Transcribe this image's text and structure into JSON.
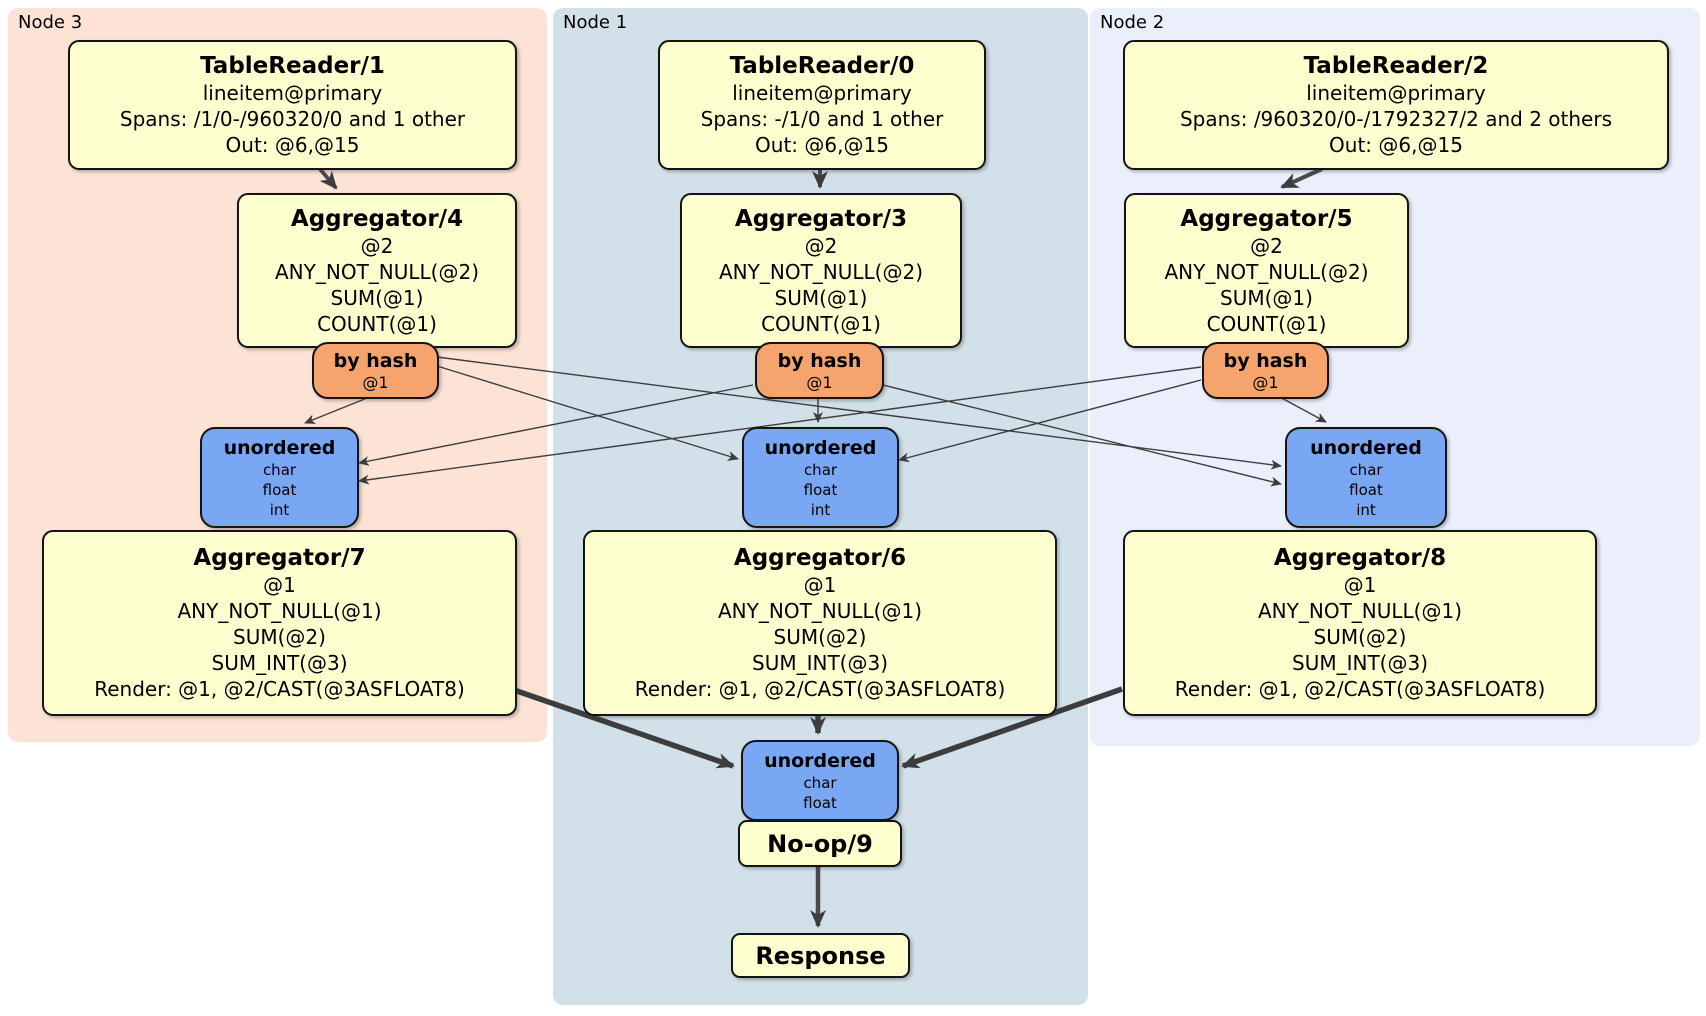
{
  "palette": {
    "node3_region_fill": "#fce3d5",
    "node1_region_fill": "#d2e0e9",
    "node2_region_fill": "#eaeffb",
    "processor_fill": "#feffce",
    "router_fill": "#f5a46d",
    "sync_fill": "#79a7f3",
    "edge_color": "#3d3d3d",
    "border_color": "#141414"
  },
  "regions": [
    {
      "label": "Node 3"
    },
    {
      "label": "Node 1"
    },
    {
      "label": "Node 2"
    }
  ],
  "nodes": {
    "tr1": {
      "title": "TableReader/1",
      "lines": [
        "lineitem@primary",
        "Spans: /1/0-/960320/0 and 1 other",
        "Out: @6,@15"
      ]
    },
    "tr0": {
      "title": "TableReader/0",
      "lines": [
        "lineitem@primary",
        "Spans: -/1/0 and 1 other",
        "Out: @6,@15"
      ]
    },
    "tr2": {
      "title": "TableReader/2",
      "lines": [
        "lineitem@primary",
        "Spans: /960320/0-/1792327/2 and 2 others",
        "Out: @6,@15"
      ]
    },
    "agg4": {
      "title": "Aggregator/4",
      "lines": [
        "@2",
        "ANY_NOT_NULL(@2)",
        "SUM(@1)",
        "COUNT(@1)"
      ]
    },
    "agg3": {
      "title": "Aggregator/3",
      "lines": [
        "@2",
        "ANY_NOT_NULL(@2)",
        "SUM(@1)",
        "COUNT(@1)"
      ]
    },
    "agg5": {
      "title": "Aggregator/5",
      "lines": [
        "@2",
        "ANY_NOT_NULL(@2)",
        "SUM(@1)",
        "COUNT(@1)"
      ]
    },
    "byhash3": {
      "title": "by hash",
      "lines": [
        "@1"
      ]
    },
    "byhash1": {
      "title": "by hash",
      "lines": [
        "@1"
      ]
    },
    "byhash2": {
      "title": "by hash",
      "lines": [
        "@1"
      ]
    },
    "sync3": {
      "title": "unordered",
      "lines": [
        "char",
        "float",
        "int"
      ]
    },
    "sync1": {
      "title": "unordered",
      "lines": [
        "char",
        "float",
        "int"
      ]
    },
    "sync2": {
      "title": "unordered",
      "lines": [
        "char",
        "float",
        "int"
      ]
    },
    "agg7": {
      "title": "Aggregator/7",
      "lines": [
        "@1",
        "ANY_NOT_NULL(@1)",
        "SUM(@2)",
        "SUM_INT(@3)",
        "Render: @1, @2/CAST(@3ASFLOAT8)"
      ]
    },
    "agg6": {
      "title": "Aggregator/6",
      "lines": [
        "@1",
        "ANY_NOT_NULL(@1)",
        "SUM(@2)",
        "SUM_INT(@3)",
        "Render: @1, @2/CAST(@3ASFLOAT8)"
      ]
    },
    "agg8": {
      "title": "Aggregator/8",
      "lines": [
        "@1",
        "ANY_NOT_NULL(@1)",
        "SUM(@2)",
        "SUM_INT(@3)",
        "Render: @1, @2/CAST(@3ASFLOAT8)"
      ]
    },
    "syncFinal": {
      "title": "unordered",
      "lines": [
        "char",
        "float"
      ]
    },
    "noop": {
      "title": "No-op/9"
    },
    "response": {
      "title": "Response"
    }
  }
}
